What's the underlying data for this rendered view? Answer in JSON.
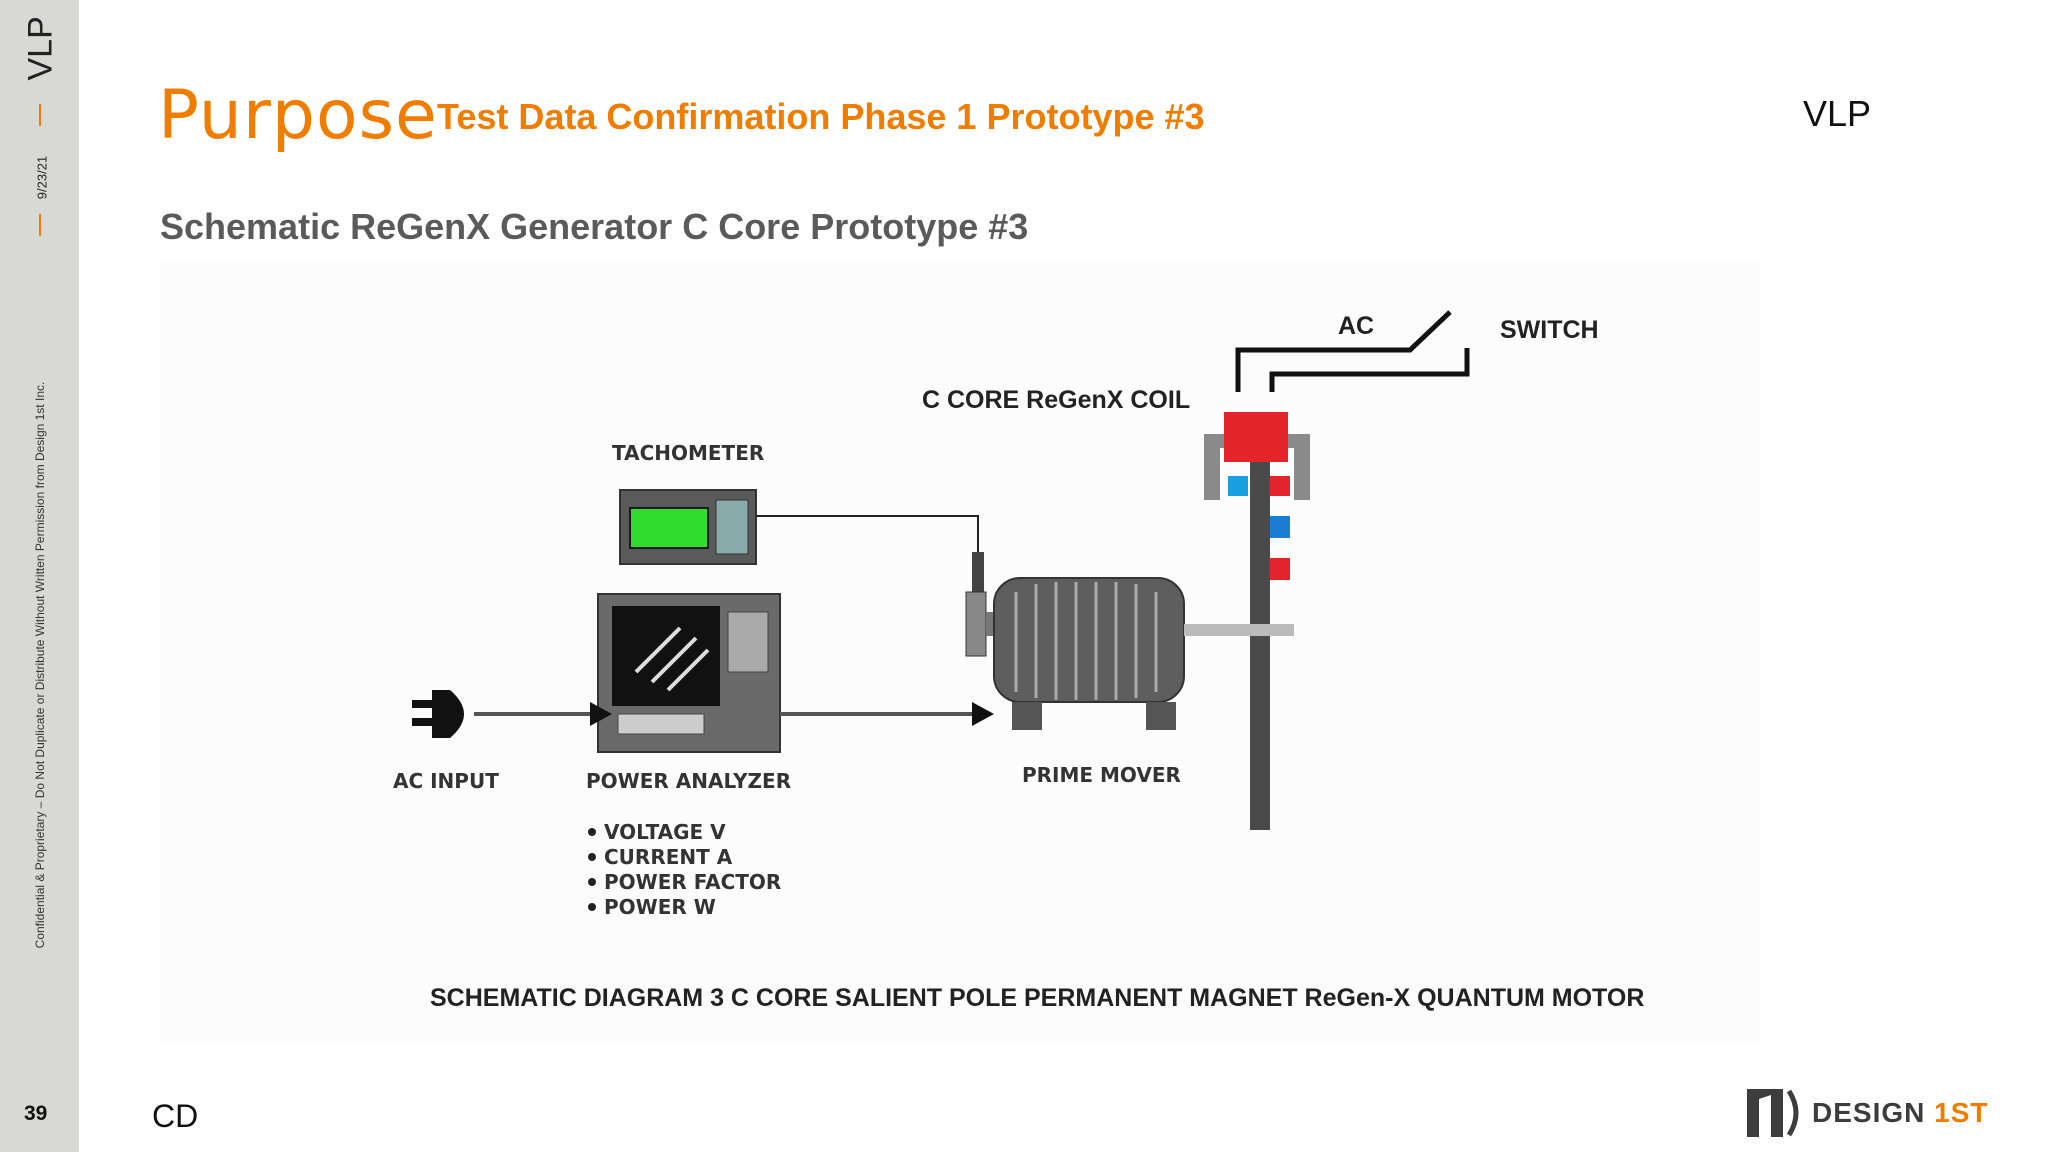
{
  "sidebar": {
    "vlp": "VLP",
    "date": "9/23/21",
    "confidential": "Confidential & Proprietary – Do Not Duplicate or Distribute Without Written Permission from Design 1st Inc.",
    "page_number": "39"
  },
  "header": {
    "purpose": "Purpose",
    "subtitle": "Test Data Confirmation Phase 1 Prototype #3",
    "vlp_right": "VLP"
  },
  "heading": "Schematic ReGenX Generator C Core Prototype #3",
  "diagram": {
    "ac_label": "AC",
    "switch_label": "SWITCH",
    "coil_label": "C CORE ReGenX COIL",
    "tachometer_label": "TACHOMETER",
    "ac_input_label": "AC INPUT",
    "power_analyzer_label": "POWER ANALYZER",
    "prime_mover_label": "PRIME MOVER",
    "measurements": [
      "VOLTAGE V",
      "CURRENT A",
      "POWER FACTOR",
      "POWER W"
    ],
    "caption": "SCHEMATIC DIAGRAM 3 C CORE SALIENT POLE PERMANENT MAGNET ReGen-X QUANTUM MOTOR",
    "colors": {
      "coil": "#e3242b",
      "tach_screen": "#2fdc2f",
      "magnet_blue": "#1a7fd4",
      "magnet_red": "#e3242b"
    }
  },
  "footer": {
    "cd": "CD",
    "logo_text": "DESIGN ",
    "logo_accent": "1ST"
  }
}
